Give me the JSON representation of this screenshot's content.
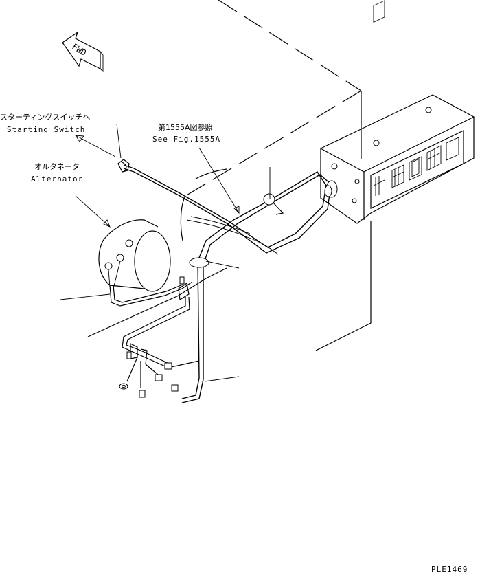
{
  "direction": {
    "label": "FWD"
  },
  "labels": {
    "starting_switch_jp": "スターティングスイッチへ",
    "starting_switch_en": "Starting Switch",
    "alternator_jp": "オルタネータ",
    "alternator_en": "Alternator",
    "fig_ref_jp": "第1555A図参照",
    "fig_ref_en": "See Fig.1555A"
  },
  "drawing_code": "PLE1469",
  "icons": [
    "fwd-arrow-icon",
    "alternator-icon",
    "panel-switch-icon",
    "connector-icon"
  ]
}
